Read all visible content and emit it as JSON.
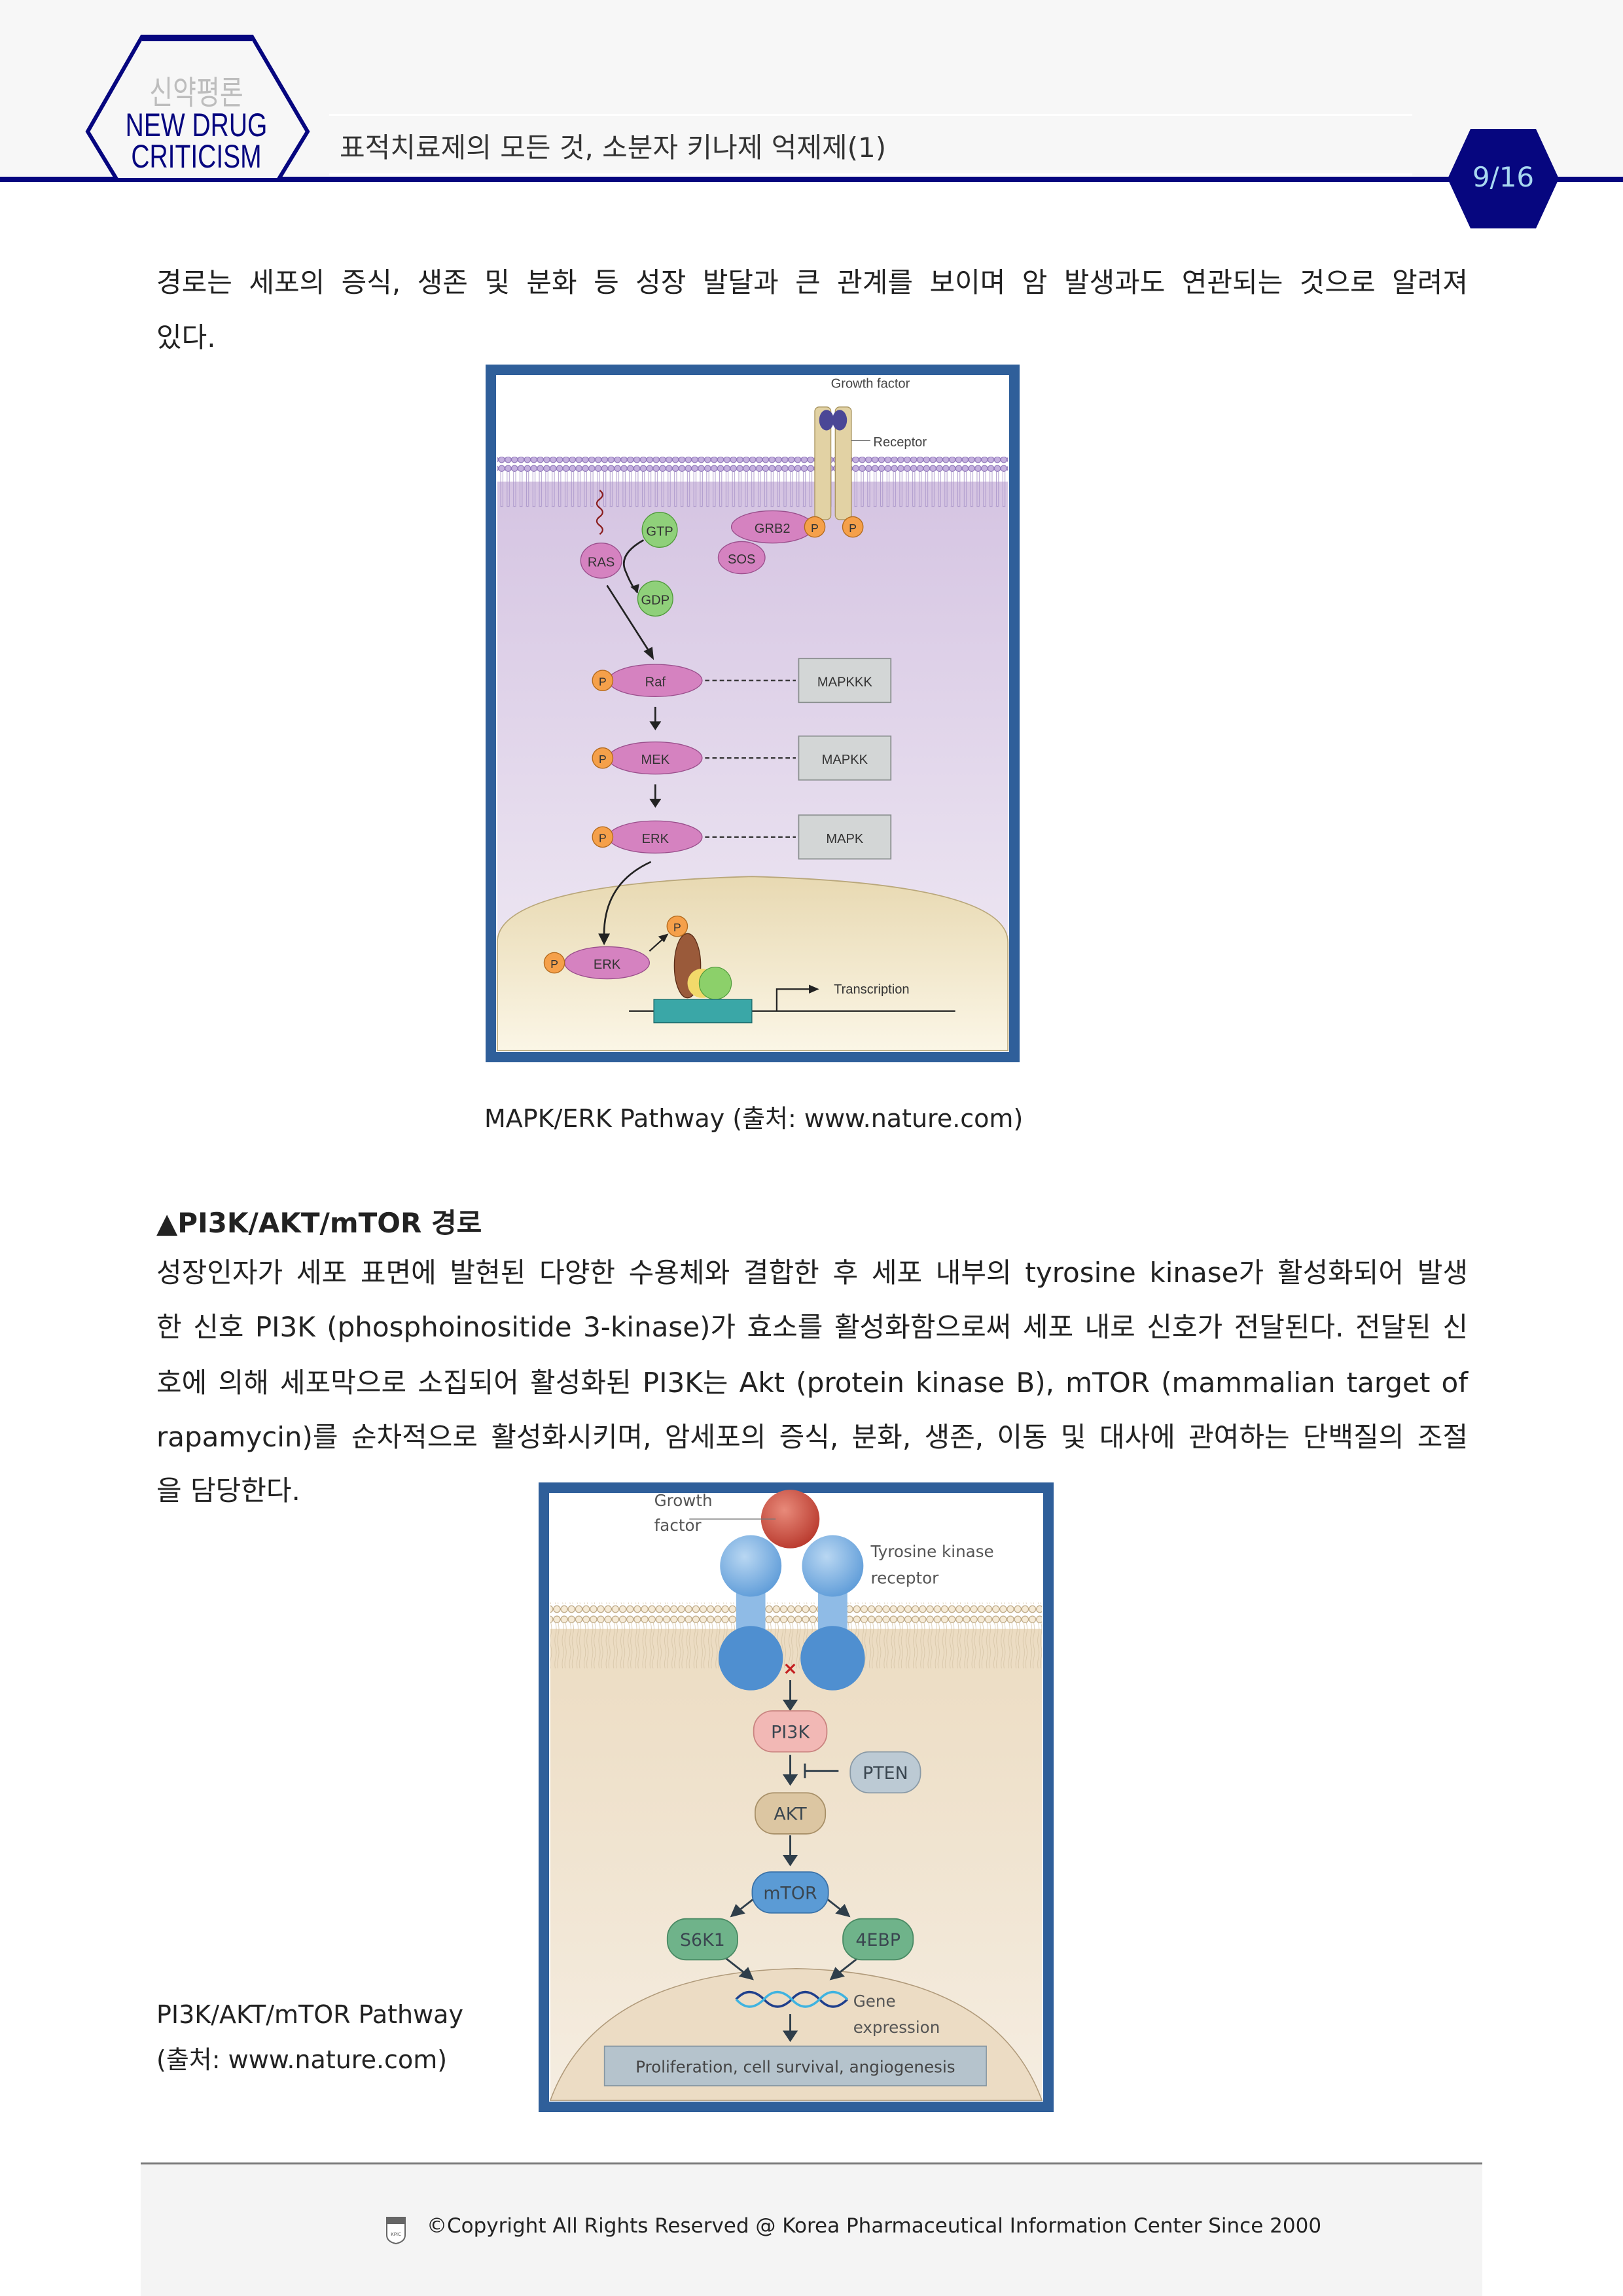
{
  "header": {
    "logo_korean": "신약평론",
    "logo_line1": "NEW DRUG",
    "logo_line2": "CRITICISM",
    "title": "표적치료제의 모든 것, 소분자 키나제 억제제(1)",
    "page": "9/16",
    "brand_color": "#06067f"
  },
  "intro": {
    "lines": [
      "경로는 세포의 증식, 생존 및 분화 등 성장 발달과 큰 관계를 보이며 암 발생과도 연관되는 것으로 알려져",
      "있다."
    ]
  },
  "figure1": {
    "caption": "MAPK/ERK Pathway (출처: www.nature.com)",
    "labels": {
      "growth_factor": "Growth factor",
      "receptor": "Receptor",
      "grb2": "GRB2",
      "sos": "SOS",
      "ras": "RAS",
      "gtp": "GTP",
      "gdp": "GDP",
      "p": "P",
      "raf": "Raf",
      "mek": "MEK",
      "erk": "ERK",
      "mapkkk": "MAPKKK",
      "mapkk": "MAPKK",
      "mapk": "MAPK",
      "transcription": "Transcription"
    }
  },
  "section2": {
    "heading": "▲PI3K/AKT/mTOR 경로",
    "lines": [
      "성장인자가 세포 표면에 발현된 다양한 수용체와 결합한 후 세포 내부의 tyrosine kinase가 활성화되어 발생",
      "한 신호 PI3K (phosphoinositide 3-kinase)가 효소를 활성화함으로써 세포 내로 신호가 전달된다. 전달된 신",
      "호에 의해 세포막으로 소집되어 활성화된 PI3K는 Akt (protein kinase B), mTOR (mammalian target of",
      "rapamycin)를 순차적으로 활성화시키며, 암세포의 증식, 분화, 생존, 이동 및 대사에 관여하는 단백질의 조절",
      "을 담당한다."
    ]
  },
  "figure2": {
    "caption_line1": "PI3K/AKT/mTOR Pathway",
    "caption_line2": "(출처: www.nature.com)",
    "labels": {
      "growth": "Growth",
      "factor": "factor",
      "tk1": "Tyrosine kinase",
      "tk2": "receptor",
      "pi3k": "PI3K",
      "pten": "PTEN",
      "akt": "AKT",
      "mtor": "mTOR",
      "s6k1": "S6K1",
      "4ebp": "4EBP",
      "gene": "Gene",
      "expression": "expression",
      "outcome": "Proliferation, cell survival, angiogenesis",
      "inhibit_mark": "×"
    }
  },
  "footer": {
    "copyright": "©Copyright All Rights Reserved @ Korea Pharmaceutical Information Center Since 2000",
    "logo_text": "KPIC"
  }
}
